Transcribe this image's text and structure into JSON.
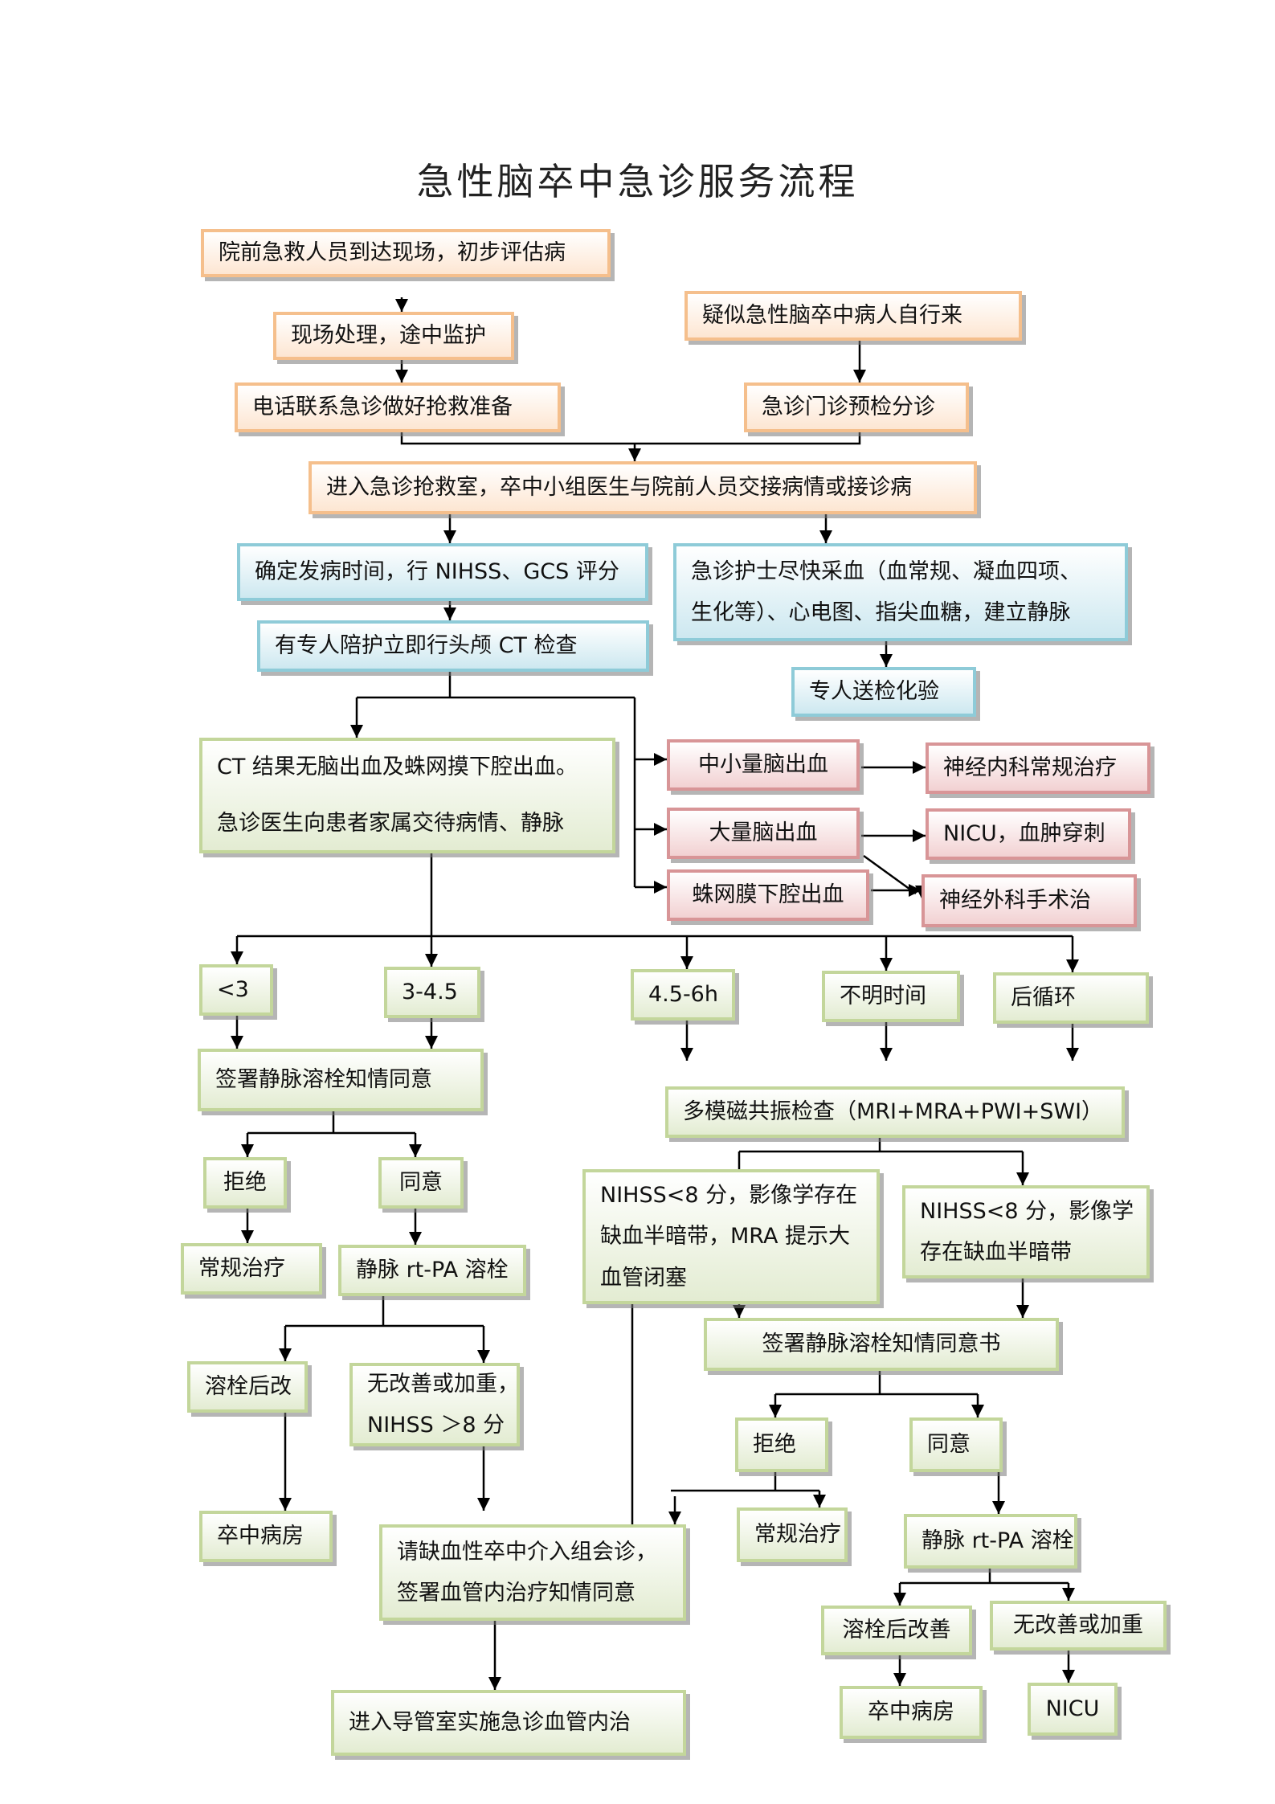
{
  "title": "急性脑卒中急诊服务流程",
  "colors": {
    "orange_border": "#f5bf8c",
    "blue_border": "#8ecbd8",
    "red_border": "#d89597",
    "green_border": "#c3d69b",
    "line": "#000000"
  },
  "nodes": {
    "prehospital_arrival": "院前急救人员到达现场，初步评估病",
    "onsite_treatment": "现场处理，途中监护",
    "call_er": "电话联系急诊做好抢救准备",
    "self_arrival": "疑似急性脑卒中病人自行来",
    "triage": "急诊门诊预检分诊",
    "rescue_room": "进入急诊抢救室，卒中小组医生与院前人员交接病情或接诊病",
    "onset_time": "确定发病时间，行 NIHSS、GCS 评分",
    "nurse_blood": [
      "急诊护士尽快采血（血常规、凝血四项、",
      "生化等）、心电图、指尖血糖，建立静脉"
    ],
    "head_ct": "有专人陪护立即行头颅 CT 检查",
    "lab_delivery": "专人送检化验",
    "ct_negative": [
      "CT 结果无脑出血及蛛网摸下腔出血。",
      "急诊医生向患者家属交待病情、静脉"
    ],
    "small_ich": "中小量脑出血",
    "large_ich": "大量脑出血",
    "sah": "蛛网膜下腔出血",
    "neuro_medicine": "神经内科常规治疗",
    "nicu_puncture": "NICU，血肿穿刺",
    "neurosurgery": "神经外科手术治",
    "t_lt3": "<3",
    "t_3_45": "3-4.5",
    "t_45_6": "4.5-6h",
    "t_unknown": "不明时间",
    "posterior": "后循环",
    "consent_ivt": "签署静脉溶栓知情同意",
    "mri": "多模磁共振检查（MRI+MRA+PWI+SWI）",
    "refuse_1": "拒绝",
    "agree_1": "同意",
    "routine_1": "常规治疗",
    "rtpa_1": "静脉 rt-PA 溶栓",
    "improved_1": "溶栓后改",
    "not_improved_1": [
      "无改善或加重，",
      "NIHSS ＞8 分"
    ],
    "stroke_ward_1": "卒中病房",
    "nihss_lvo": [
      "NIHSS<8 分，影像学存在",
      "缺血半暗带，MRA 提示大",
      "血管闭塞"
    ],
    "nihss_penumbra": [
      "NIHSS<8 分，影像学",
      "存在缺血半暗带"
    ],
    "consent_ivt_book": "签署静脉溶栓知情同意书",
    "refuse_2": "拒绝",
    "agree_2": "同意",
    "routine_2": "常规治疗",
    "rtpa_2": "静脉 rt-PA 溶栓",
    "interventional_consult": [
      "请缺血性卒中介入组会诊，",
      "签署血管内治疗知情同意"
    ],
    "cath_lab": "进入导管室实施急诊血管内治",
    "improved_2": "溶栓后改善",
    "not_improved_2": "无改善或加重",
    "stroke_ward_2": "卒中病房",
    "nicu": "NICU"
  }
}
